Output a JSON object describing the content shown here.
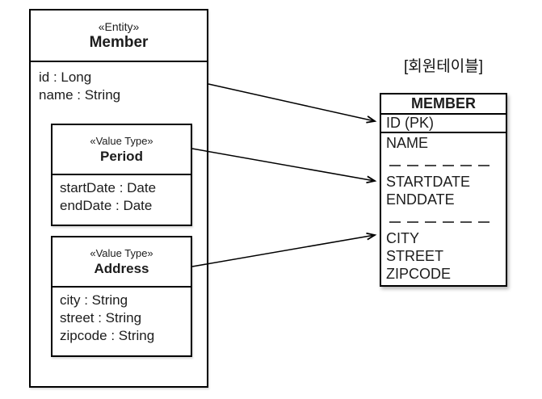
{
  "colors": {
    "line": "#000000",
    "text": "#1c1c1c",
    "dash": "#4a4a4a"
  },
  "entity": {
    "stereotype": "«Entity»",
    "name": "Member",
    "fields": [
      "id : Long",
      "name : String"
    ]
  },
  "value_types": [
    {
      "stereotype": "«Value Type»",
      "name": "Period",
      "fields": [
        "startDate : Date",
        "endDate : Date"
      ]
    },
    {
      "stereotype": "«Value Type»",
      "name": "Address",
      "fields": [
        "city : String",
        "street : String",
        "zipcode : String"
      ]
    }
  ],
  "table": {
    "title": "[회원테이블]",
    "name": "MEMBER",
    "pk_row": "ID (PK)",
    "groups": [
      {
        "rows": [
          "NAME"
        ]
      },
      {
        "rows": [
          "STARTDATE",
          "ENDDATE"
        ]
      },
      {
        "rows": [
          "CITY",
          "STREET",
          "ZIPCODE"
        ]
      }
    ]
  },
  "connections": [
    {
      "from": "Member",
      "to": "ID (PK)"
    },
    {
      "from": "Period",
      "to": "STARTDATE / ENDDATE"
    },
    {
      "from": "Address",
      "to": "CITY / STREET / ZIPCODE"
    }
  ]
}
